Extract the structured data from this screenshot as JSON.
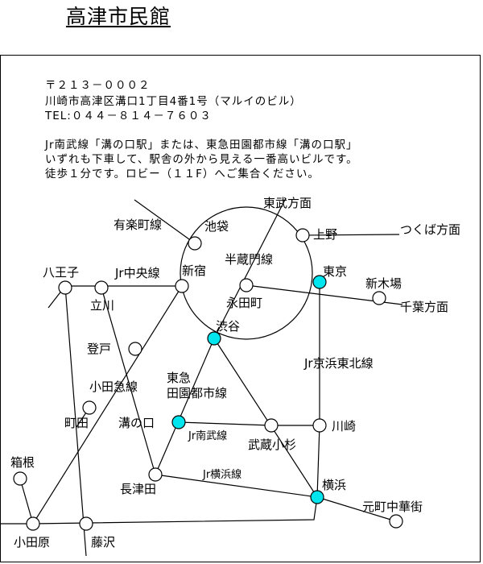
{
  "title": "高津市民館",
  "address": {
    "postal": "〒２１３－０００２",
    "street": "川崎市高津区溝口1丁目4番1号（マルイのビル）",
    "tel": "TEL:０４４－８１４－７６０３"
  },
  "directions": [
    "Jr南武線「溝の口駅」または、東急田園都市線「溝の口駅」",
    "いずれも下車して、駅舎の外から見える一番高いビルです。",
    "徒歩１分です。ロビー（１１F）へご集合ください。"
  ],
  "colors": {
    "highlight_station": "#00e5ee",
    "line": "#000000"
  },
  "stations": {
    "ikebukuro": "池袋",
    "ueno": "上野",
    "shinjuku": "新宿",
    "nagatacho": "永田町",
    "tokyo": "東京",
    "shinkiba": "新木場",
    "hachioji": "八王子",
    "tachikawa": "立川",
    "shibuya": "渋谷",
    "noborito": "登戸",
    "machida": "町田",
    "mizonokuchi": "溝の口",
    "musashikosugi": "武蔵小杉",
    "kawasaki": "川崎",
    "hakone": "箱根",
    "nagatsuta": "長津田",
    "yokohama": "横浜",
    "motomachi": "元町中華街",
    "odawara": "小田原",
    "fujisawa": "藤沢"
  },
  "lines": {
    "yurakucho": "有楽町線",
    "hanzomon": "半蔵門線",
    "chuo": "Jr中央線",
    "odakyu": "小田急線",
    "toyoko_den": [
      "東急",
      "田園都市線"
    ],
    "keihin_tohoku": "Jr京浜東北線",
    "nambu": "Jr南武線",
    "yokohama": "Jr横浜線"
  },
  "directions_labels": {
    "tobu": "東武方面",
    "tsukuba": "つくば方面",
    "chiba": "千葉方面"
  }
}
